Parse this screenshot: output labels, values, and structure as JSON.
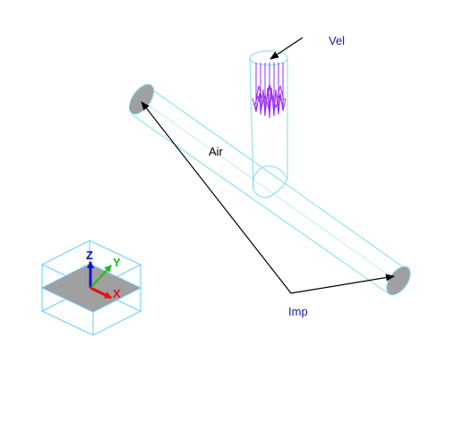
{
  "labels": {
    "vel": "Vel",
    "air": "Air",
    "imp": "Imp"
  },
  "triad": {
    "x": "X",
    "y": "Y",
    "z": "Z"
  },
  "colors": {
    "pipe_wire": "#7fdcec",
    "inlet_fill": "#a0a0a0",
    "velocity_arrows": "#9a2cf0",
    "label_blue": "#1a1aa8",
    "label_black": "#000000",
    "triad_cube": "#6ac8ff",
    "axis_x": "#e01010",
    "axis_y": "#10c010",
    "axis_z": "#1010d0"
  }
}
